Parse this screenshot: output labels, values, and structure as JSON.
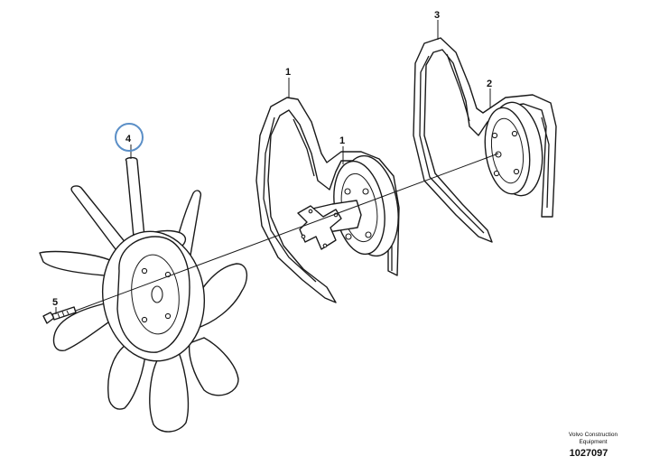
{
  "callouts": {
    "c1a": "1",
    "c1b": "1",
    "c2": "2",
    "c3": "3",
    "c4": "4",
    "c5": "5"
  },
  "footer": {
    "line1": "Volvo Construction",
    "line2": "Equipment",
    "drawing_number": "1027097"
  },
  "colors": {
    "ink": "#1a1a1a",
    "highlight_circle": "#5b8fc7",
    "background": "#ffffff"
  }
}
